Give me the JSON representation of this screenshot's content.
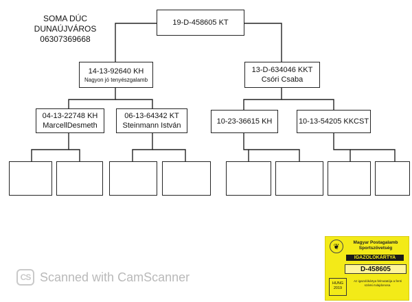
{
  "owner": {
    "name": "SOMA DÚC",
    "city": "DUNAÚJVÁROS",
    "phone": "06307369668"
  },
  "pedigree": {
    "subject": {
      "ring": "19-D-458605 KT"
    },
    "sire": {
      "ring": "14-13-92640 KH",
      "note": "Nagyon jó tenyészgalamb"
    },
    "dam": {
      "ring": "13-D-634046 KKT",
      "note": "Csóri Csaba"
    },
    "sire_sire": {
      "ring": "04-13-22748 KH",
      "note": "MarcellDesmeth"
    },
    "sire_dam": {
      "ring": "06-13-64342 KT",
      "note": "Steinmann István"
    },
    "dam_sire": {
      "ring": "10-23-36615 KH",
      "note": ""
    },
    "dam_dam": {
      "ring": "10-13-54205 KKCST",
      "note": ""
    }
  },
  "watermark": {
    "logo": "CS",
    "text": "Scanned with CamScanner"
  },
  "card": {
    "org": "Magyar Postagalamb Sportszövetség",
    "title": "IGAZOLÓKÁRTYA",
    "number": "D-458605",
    "country": "HUNG",
    "year": "2019",
    "note": "Az igazolókártya felmutatója a fenti számú tulajdonosa.",
    "colors": {
      "background": "#f3ea18"
    }
  }
}
